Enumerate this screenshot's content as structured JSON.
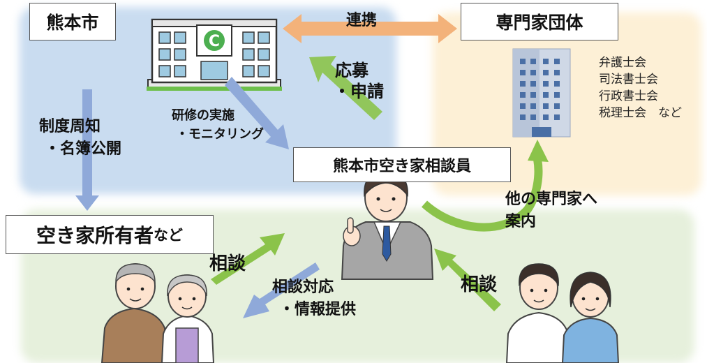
{
  "title_city": "熊本市",
  "title_experts": "専門家団体",
  "title_owners_main": "空き家所有者",
  "title_owners_suffix": "など",
  "title_consultant": "熊本市空き家相談員",
  "experts_list": [
    "弁護士会",
    "司法書士会",
    "行政書士会",
    "税理士会　など"
  ],
  "arrows": {
    "cooperation": "連携",
    "apply_line1": "応募",
    "apply_line2": "・申請",
    "publicize_line1": "制度周知",
    "publicize_line2": "・名簿公開",
    "training_line1": "研修の実施",
    "training_line2": "・モニタリング",
    "refer_line1": "他の専門家へ",
    "refer_line2": "案内",
    "consult_left": "相談",
    "consult_right": "相談",
    "response_line1": "相談対応",
    "response_line2": "・情報提供"
  },
  "building_logo_letter": "C",
  "colors": {
    "city_zone": "#c9dcf0",
    "experts_zone": "#fdf0d6",
    "residents_zone": "#e6f0dc",
    "orange_arrow": "#f3b27a",
    "green_arrow": "#8bc34a",
    "blue_arrow": "#8fa9d9"
  }
}
